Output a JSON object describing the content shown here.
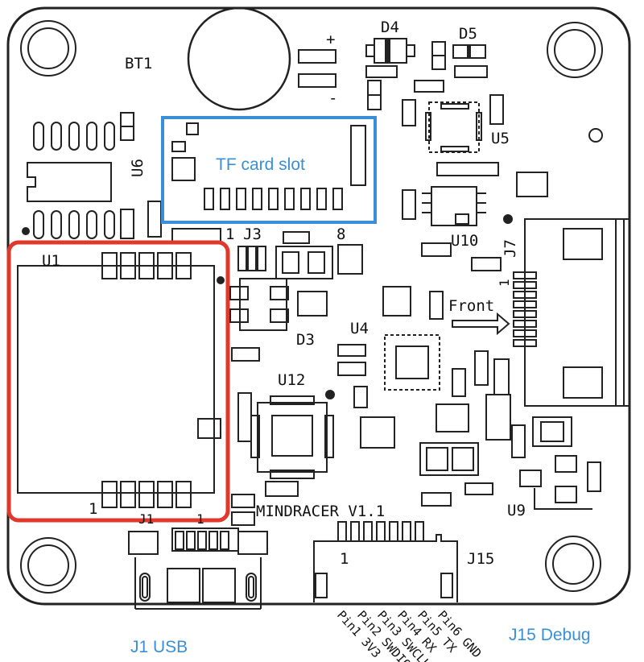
{
  "labels": {
    "bt1": "BT1",
    "plus": "+",
    "minus": "-",
    "d4": "D4",
    "d5": "D5",
    "u5": "U5",
    "u6": "U6",
    "u10": "U10",
    "j7": "J7",
    "j7_pin1": "1",
    "j3": "J3",
    "j3_pin1": "1",
    "j3_pin8": "8",
    "u1": "U1",
    "u1_pin1": "1",
    "d3": "D3",
    "u4": "U4",
    "front": "Front",
    "u12": "U12",
    "u9": "U9",
    "board_name": "MINDRACER V1.1",
    "j15": "J15",
    "j15_pin1": "1",
    "j1": "J1",
    "j1_pin1": "1"
  },
  "annotations": {
    "tf_card": "TF card slot",
    "j1_usb": "J1   USB",
    "j15_debug": "J15   Debug",
    "tf_color": "#3a8fd6",
    "u1_color": "#e0382b"
  },
  "j15_pins": [
    {
      "name": "Pin1",
      "signal": "3V3"
    },
    {
      "name": "Pin2",
      "signal": "SWDIO"
    },
    {
      "name": "Pin3",
      "signal": "SWCLK"
    },
    {
      "name": "Pin4",
      "signal": "RX"
    },
    {
      "name": "Pin5",
      "signal": "TX"
    },
    {
      "name": "Pin6",
      "signal": "GND"
    }
  ]
}
